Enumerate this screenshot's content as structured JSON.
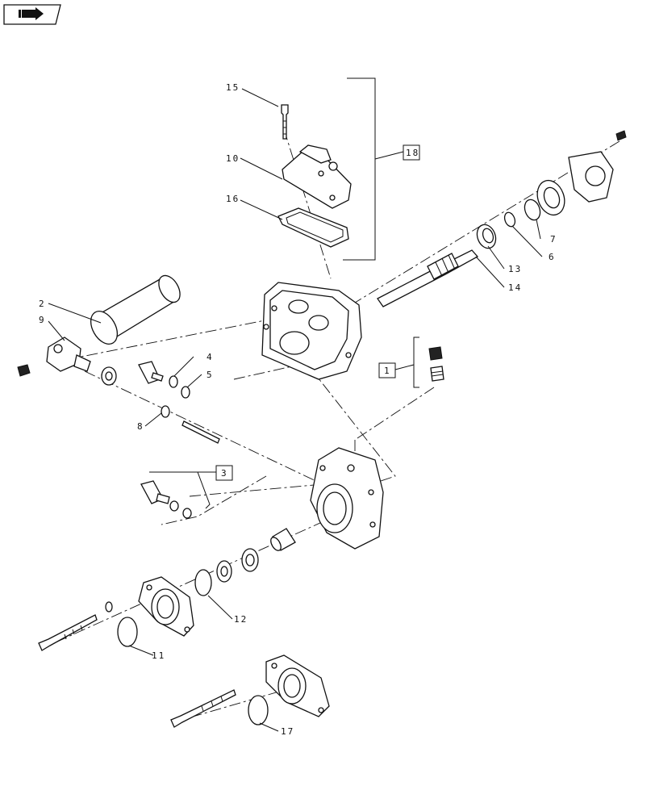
{
  "toolbar": {
    "nav_icon": "arrow-icon"
  },
  "callouts": {
    "p1": "1",
    "p2": "2",
    "p3": "3",
    "p4": "4",
    "p5": "5",
    "p6": "6",
    "p7": "7",
    "p8": "8",
    "p9": "9",
    "p10": "10",
    "p11": "11",
    "p12": "12",
    "p13": "13",
    "p14": "14",
    "p15": "15",
    "p16": "16",
    "p17": "17",
    "p18": "18"
  }
}
